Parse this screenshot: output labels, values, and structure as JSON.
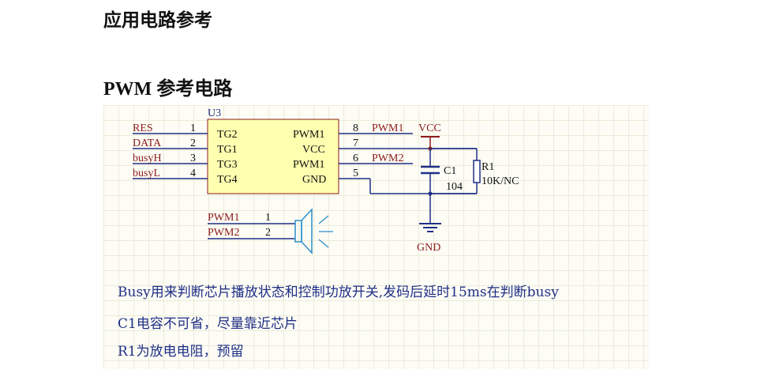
{
  "heading": "应用电路参考",
  "subheading": "PWM 参考电路",
  "schematic": {
    "ic": {
      "ref": "U3",
      "left_pins": [
        {
          "num": "1",
          "name": "TG2",
          "net": "RES"
        },
        {
          "num": "2",
          "name": "TG1",
          "net": "DATA"
        },
        {
          "num": "3",
          "name": "TG3",
          "net": "busyH"
        },
        {
          "num": "4",
          "name": "TG4",
          "net": "busyL"
        }
      ],
      "right_pins": [
        {
          "num": "8",
          "name": "PWM1",
          "net": "PWM1"
        },
        {
          "num": "7",
          "name": "VCC",
          "net": ""
        },
        {
          "num": "6",
          "name": "PWM1",
          "net": "PWM2"
        },
        {
          "num": "5",
          "name": "GND",
          "net": ""
        }
      ]
    },
    "vcc_label": "VCC",
    "gnd_label": "GND",
    "capacitor": {
      "ref": "C1",
      "value": "104"
    },
    "resistor": {
      "ref": "R1",
      "value": "10K/NC"
    },
    "speaker": {
      "pins": [
        {
          "num": "1",
          "net": "PWM1"
        },
        {
          "num": "2",
          "net": "PWM2"
        }
      ]
    },
    "colors": {
      "wire": "#1f2f86",
      "ic_fill": "#ffffb0",
      "label": "#8b1a1a",
      "power": "#8b1a1a",
      "speaker": "#2a8fc9"
    }
  },
  "notes": [
    "Busy用来判断芯片播放状态和控制功放开关,发码后延时15ms在判断busy",
    "C1电容不可省，尽量靠近芯片",
    "R1为放电电阻，预留"
  ]
}
